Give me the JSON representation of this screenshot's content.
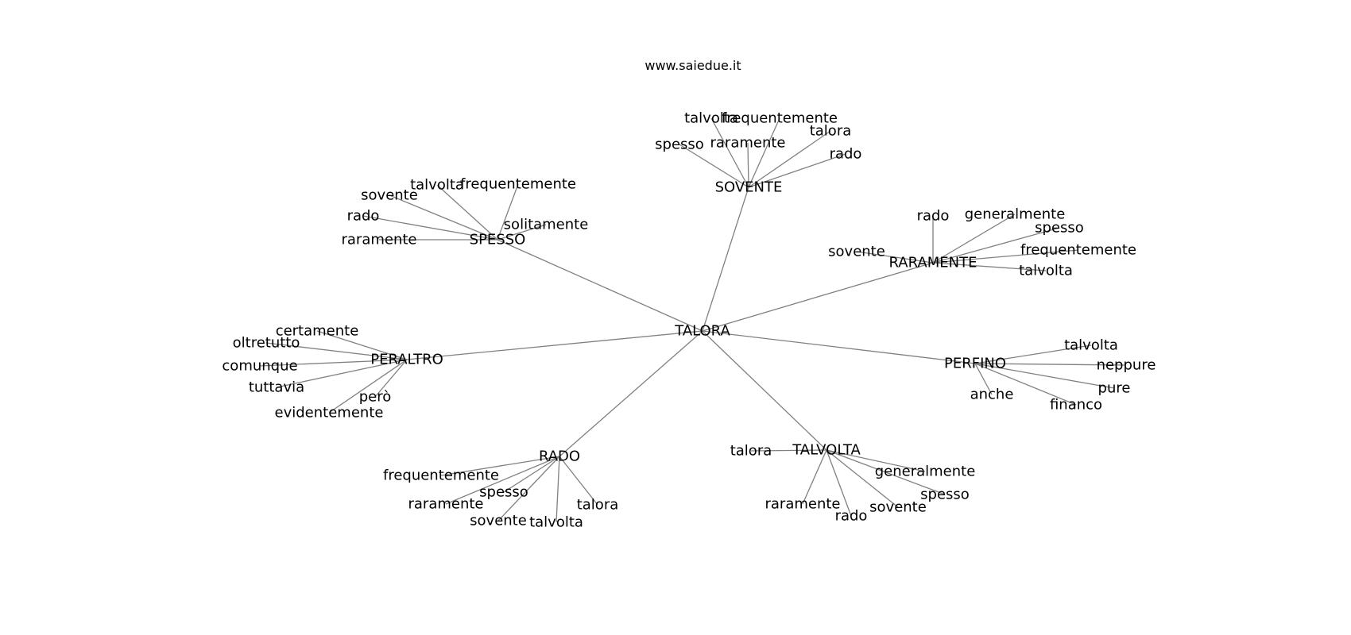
{
  "credit": "www.saiedue.it",
  "root": "TALORA",
  "branches": [
    {
      "hub": "SOVENTE",
      "leaves": [
        "spesso",
        "talvolta",
        "frequentemente",
        "raramente",
        "talora",
        "rado"
      ]
    },
    {
      "hub": "SPESSO",
      "leaves": [
        "sovente",
        "talvolta",
        "frequentemente",
        "rado",
        "raramente",
        "solitamente"
      ]
    },
    {
      "hub": "RARAMENTE",
      "leaves": [
        "rado",
        "generalmente",
        "spesso",
        "sovente",
        "frequentemente",
        "talvolta"
      ]
    },
    {
      "hub": "PERALTRO",
      "leaves": [
        "certamente",
        "oltretutto",
        "comunque",
        "tuttavia",
        "però",
        "evidentemente"
      ]
    },
    {
      "hub": "PERFINO",
      "leaves": [
        "talvolta",
        "neppure",
        "pure",
        "anche",
        "financo"
      ]
    },
    {
      "hub": "RADO",
      "leaves": [
        "frequentemente",
        "spesso",
        "raramente",
        "sovente",
        "talvolta",
        "talora"
      ]
    },
    {
      "hub": "TALVOLTA",
      "leaves": [
        "talora",
        "generalmente",
        "spesso",
        "raramente",
        "rado",
        "sovente"
      ]
    }
  ]
}
